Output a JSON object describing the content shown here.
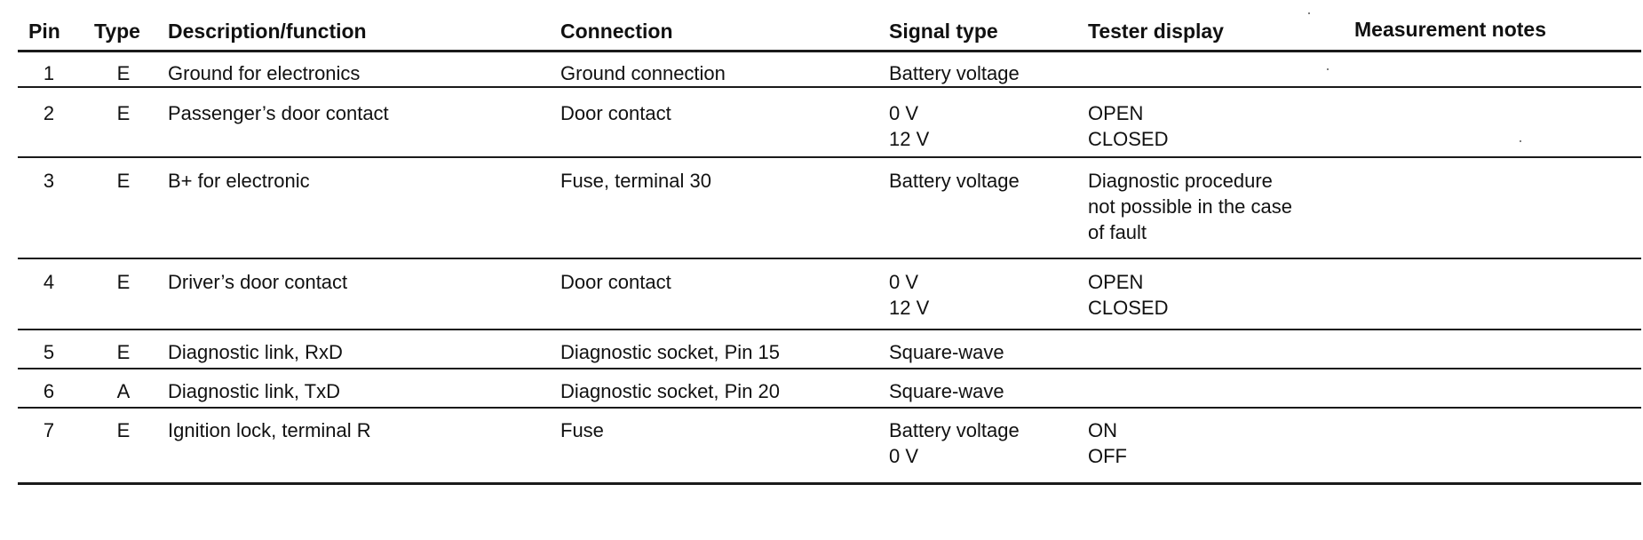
{
  "table": {
    "headers": {
      "pin": "Pin",
      "type": "Type",
      "description": "Description/function",
      "connection": "Connection",
      "signal_type": "Signal type",
      "tester_display": "Tester display",
      "measurement_notes": "Measurement notes"
    },
    "rows": [
      {
        "pin": "1",
        "type": "E",
        "description": "Ground for electronics",
        "connection": "Ground connection",
        "signal_lines": [
          "Battery voltage"
        ],
        "tester_lines": [],
        "notes": ""
      },
      {
        "pin": "2",
        "type": "E",
        "description": "Passenger’s door contact",
        "connection": "Door contact",
        "signal_lines": [
          "0 V",
          "12 V"
        ],
        "tester_lines": [
          "OPEN",
          "CLOSED"
        ],
        "notes": ""
      },
      {
        "pin": "3",
        "type": "E",
        "description": "B+ for electronic",
        "connection": "Fuse, terminal 30",
        "signal_lines": [
          "Battery voltage"
        ],
        "tester_lines": [
          "Diagnostic procedure",
          "not possible in the case",
          "of fault"
        ],
        "notes": ""
      },
      {
        "pin": "4",
        "type": "E",
        "description": "Driver’s door contact",
        "connection": "Door contact",
        "signal_lines": [
          "0 V",
          "12 V"
        ],
        "tester_lines": [
          "OPEN",
          "CLOSED"
        ],
        "notes": ""
      },
      {
        "pin": "5",
        "type": "E",
        "description": "Diagnostic link, RxD",
        "connection": "Diagnostic socket, Pin 15",
        "signal_lines": [
          "Square-wave"
        ],
        "tester_lines": [],
        "notes": ""
      },
      {
        "pin": "6",
        "type": "A",
        "description": "Diagnostic link, TxD",
        "connection": "Diagnostic socket, Pin 20",
        "signal_lines": [
          "Square-wave"
        ],
        "tester_lines": [],
        "notes": ""
      },
      {
        "pin": "7",
        "type": "E",
        "description": "Ignition lock, terminal R",
        "connection": "Fuse",
        "signal_lines": [
          "Battery voltage",
          "0 V"
        ],
        "tester_lines": [
          "ON",
          "OFF"
        ],
        "notes": ""
      }
    ]
  }
}
